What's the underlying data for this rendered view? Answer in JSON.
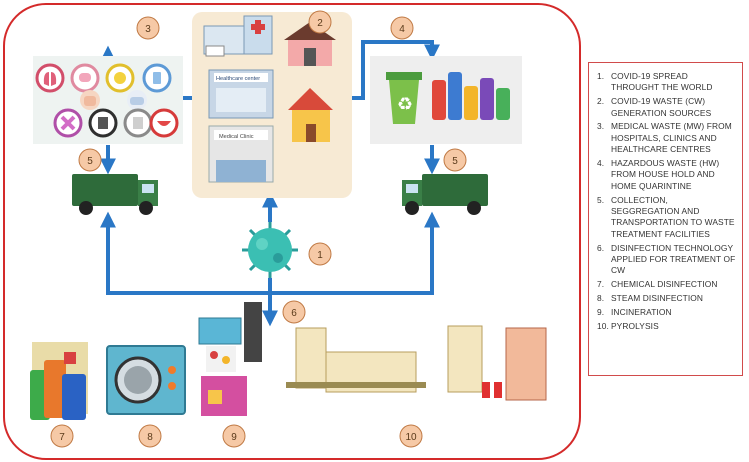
{
  "steps": [
    {
      "number": "1",
      "text": "COVID-19 SPREAD THROUGHT THE WORLD"
    },
    {
      "number": "2",
      "text": "COVID-19 WASTE (CW) GENERATION SOURCES"
    },
    {
      "number": "3",
      "text": "MEDICAL WASTE (MW) FROM HOSPITALS, CLINICS AND HEALTHCARE CENTRES"
    },
    {
      "number": "4",
      "text": "HAZARDOUS WASTE (HW) FROM HOUSE HOLD AND HOME QUARINTINE"
    },
    {
      "number": "5",
      "text": "COLLECTION, SEGGREGATION AND TRANSPORTATION TO WASTE TREATMENT FACILITIES"
    },
    {
      "number": "6",
      "text": "DISINFECTION TECHNOLOGY APPLIED FOR TREATMENT OF CW"
    },
    {
      "number": "7",
      "text": "CHEMICAL DISINFECTION"
    },
    {
      "number": "8",
      "text": "STEAM DISINFECTION"
    },
    {
      "number": "9",
      "text": "INCINERATION"
    },
    {
      "number": "10",
      "text": "PYROLYSIS"
    }
  ],
  "legend_number_suffix": ".",
  "markers": {
    "m1": "1",
    "m2": "2",
    "m3": "3",
    "m4": "4",
    "m5a": "5",
    "m5b": "5",
    "m6": "6",
    "m7": "7",
    "m8": "8",
    "m9": "9",
    "m10": "10"
  },
  "building_signs": {
    "healthcare": "Healthcare center",
    "clinic": "Medical Clinic"
  },
  "colors": {
    "frame": "#d42a2a",
    "arrow": "#2a77c6",
    "marker_fill": "#f6c9a6",
    "marker_stroke": "#c07a45",
    "sources_panel": "#f7ead4",
    "truck_green": "#2e6b3a"
  }
}
